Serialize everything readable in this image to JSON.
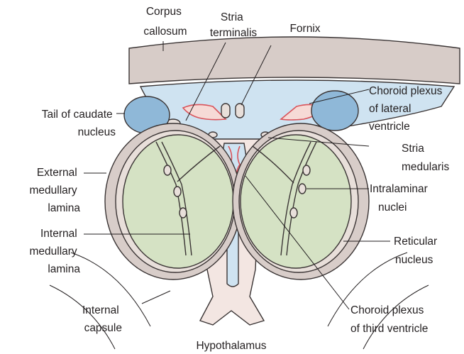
{
  "labels": {
    "corpus_callosum": [
      "Corpus",
      "callosum"
    ],
    "stria_terminalis": [
      "Stria",
      "terminalis"
    ],
    "fornix": [
      "Fornix"
    ],
    "choroid_lateral": [
      "Choroid plexus",
      "of lateral",
      "ventricle"
    ],
    "tail_caudate": [
      "Tail of caudate",
      "nucleus"
    ],
    "external_lamina": [
      "External",
      "medullary",
      "lamina"
    ],
    "stria_medullaris": [
      "Stria",
      "medularis"
    ],
    "intralaminar": [
      "Intralaminar",
      "nuclei"
    ],
    "internal_lamina": [
      "Internal",
      "medullary",
      "lamina"
    ],
    "reticular": [
      "Reticular",
      "nucleus"
    ],
    "internal_capsule": [
      "Internal",
      "capsule"
    ],
    "choroid_third": [
      "Choroid plexus",
      "of third ventricle"
    ],
    "hypothalamus": [
      "Hypothalamus"
    ]
  },
  "colors": {
    "callosum": "#d7ccc8",
    "ventricle": "#cfe3f1",
    "caudate": "#8fb8d8",
    "nucleus": "#d5e2c4",
    "lamina": "#e8dfda",
    "capsule": "#c8bcb8",
    "midline": "#f3e6e2",
    "choroid": "#d9535a"
  }
}
